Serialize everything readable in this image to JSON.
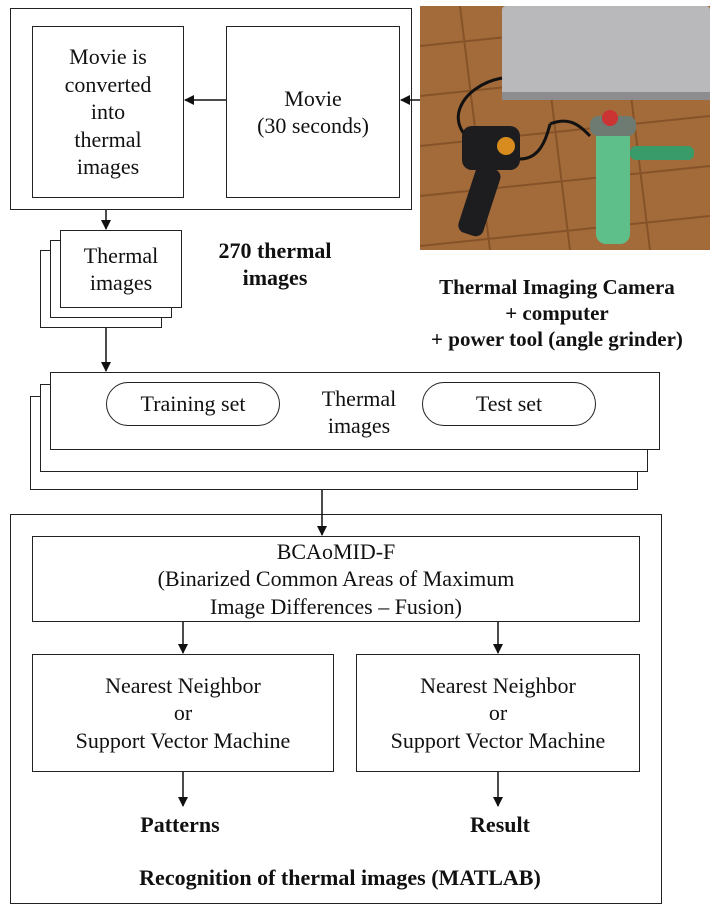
{
  "top": {
    "convert_box": "Movie is\nconverted\ninto\nthermal\nimages",
    "movie_box": "Movie\n(30 seconds)"
  },
  "stack1": {
    "label": "Thermal\nimages",
    "count_label": "270 thermal\nimages"
  },
  "camera": {
    "caption": "Thermal Imaging Camera\n+ computer\n+ power tool (angle grinder)"
  },
  "stack2": {
    "training": "Training set",
    "center": "Thermal\nimages",
    "test": "Test set"
  },
  "bottom": {
    "method": "BCAoMID-F\n(Binarized Common Areas of Maximum\nImage Differences – Fusion)",
    "left_classifier": "Nearest Neighbor\nor\nSupport Vector Machine",
    "right_classifier": "Nearest Neighbor\nor\nSupport Vector Machine",
    "patterns": "Patterns",
    "result": "Result",
    "caption": "Recognition  of thermal images (MATLAB)"
  },
  "colors": {
    "floor": "#a36a3a",
    "laptop": "#b9b9bb",
    "grinder_green": "#5fbf8a",
    "camera_body": "#1d1d1f"
  }
}
